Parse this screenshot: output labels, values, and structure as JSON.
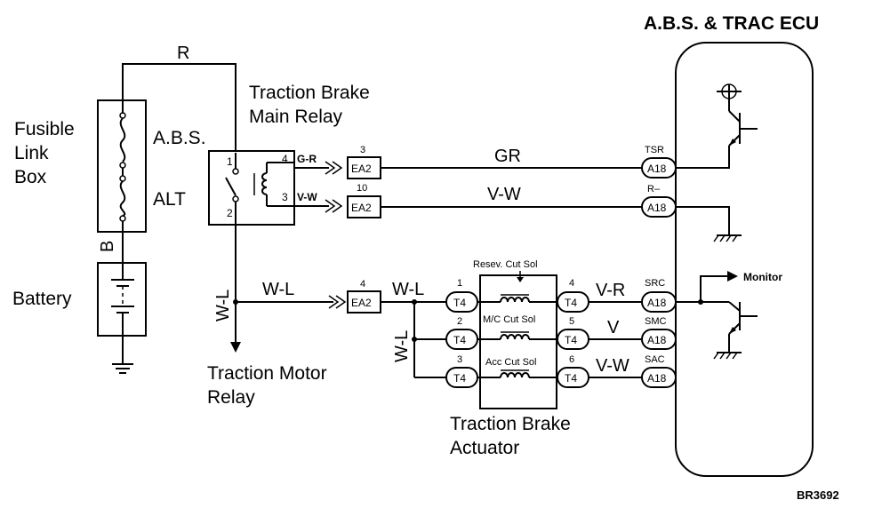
{
  "title": "A.B.S. & TRAC ECU",
  "code": "BR3692",
  "labels": {
    "fusible_link_box": [
      "Fusible",
      "Link",
      "Box"
    ],
    "battery": "Battery",
    "abs_fuse": "A.B.S.",
    "alt_fuse": "ALT",
    "traction_brake_main_relay": [
      "Traction Brake",
      "Main Relay"
    ],
    "traction_motor_relay": [
      "Traction Motor",
      "Relay"
    ],
    "traction_brake_actuator": [
      "Traction Brake",
      "Actuator"
    ],
    "monitor": "Monitor",
    "resev_cut_sol": "Resev.  Cut Sol",
    "mc_cut_sol": "M/C Cut Sol",
    "acc_cut_sol": "Acc Cut Sol"
  },
  "wires": {
    "r": "R",
    "b": "B",
    "gr": "GR",
    "vw": "V-W",
    "g_r": "G-R",
    "v_w_small": "V-W",
    "wl": "W-L",
    "wl_vert": "W-L",
    "wl_actuator": "W-L",
    "wl_vert2": "W-L",
    "vr": "V-R",
    "v": "V",
    "vw2": "V-W"
  },
  "relay_pins": {
    "p1": "1",
    "p2": "2",
    "p3": "3",
    "p4": "4"
  },
  "connectors": {
    "ea2_a": {
      "pin": "3",
      "label": "EA2"
    },
    "ea2_b": {
      "pin": "10",
      "label": "EA2"
    },
    "ea2_c": {
      "pin": "4",
      "label": "EA2"
    },
    "t4_1": {
      "pin": "1",
      "label": "T4"
    },
    "t4_2": {
      "pin": "2",
      "label": "T4"
    },
    "t4_3": {
      "pin": "3",
      "label": "T4"
    },
    "t4_4": {
      "pin": "4",
      "label": "T4"
    },
    "t4_5": {
      "pin": "5",
      "label": "T4"
    },
    "t4_6": {
      "pin": "6",
      "label": "T4"
    },
    "a18_tsr": {
      "pin": "TSR",
      "label": "A18"
    },
    "a18_r": {
      "pin": "R–",
      "label": "A18"
    },
    "a18_src": {
      "pin": "SRC",
      "label": "A18"
    },
    "a18_smc": {
      "pin": "SMC",
      "label": "A18"
    },
    "a18_sac": {
      "pin": "SAC",
      "label": "A18"
    }
  }
}
